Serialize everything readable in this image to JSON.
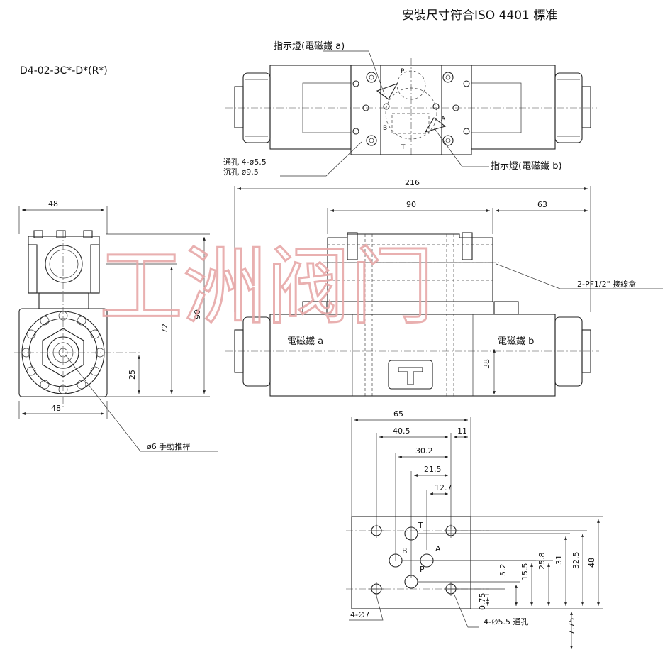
{
  "header": {
    "standard_note": "安裝尺寸符合ISO 4401 標准"
  },
  "model_code": "D4-02-3C*-D*(R*)",
  "watermark": "工洲阀门",
  "top_view": {
    "indicator_a": "指示燈(電磁鐵 a)",
    "indicator_b": "指示燈(電磁鐵 b)",
    "hole_through": "通孔 4-ø5.5",
    "hole_counter": "沉孔    ø9.5",
    "port_p": "P",
    "port_a": "A",
    "port_b": "B",
    "port_t": "T"
  },
  "front_view": {
    "dim_total": "216",
    "dim_mid": "90",
    "dim_right": "63",
    "dim_height": "38",
    "junction_box": "2-PF1/2\" 接線盒",
    "solenoid_a": "電磁鐵 a",
    "solenoid_b": "電磁鐵 b"
  },
  "side_view": {
    "dim_width_top": "48",
    "dim_width_bottom": "48",
    "dim_height": "90",
    "dim_72": "72",
    "dim_25": "25",
    "manual_pin": "ø6 手動推桿"
  },
  "mounting_face": {
    "dim_65": "65",
    "dim_40_5": "40.5",
    "dim_11": "11",
    "dim_30_2": "30.2",
    "dim_21_5": "21.5",
    "dim_12_7": "12.7",
    "dim_5_2": "5.2",
    "dim_15_5": "15.5",
    "dim_25_8": "25.8",
    "dim_31": "31",
    "dim_32_5": "32.5",
    "dim_48": "48",
    "dim_0_75": "0.75",
    "dim_7_75": "7.75",
    "holes_7": "4-∅7",
    "holes_5_5": "4-∅5.5 通孔",
    "port_t": "T",
    "port_b": "B",
    "port_a": "A",
    "port_p": "P"
  }
}
